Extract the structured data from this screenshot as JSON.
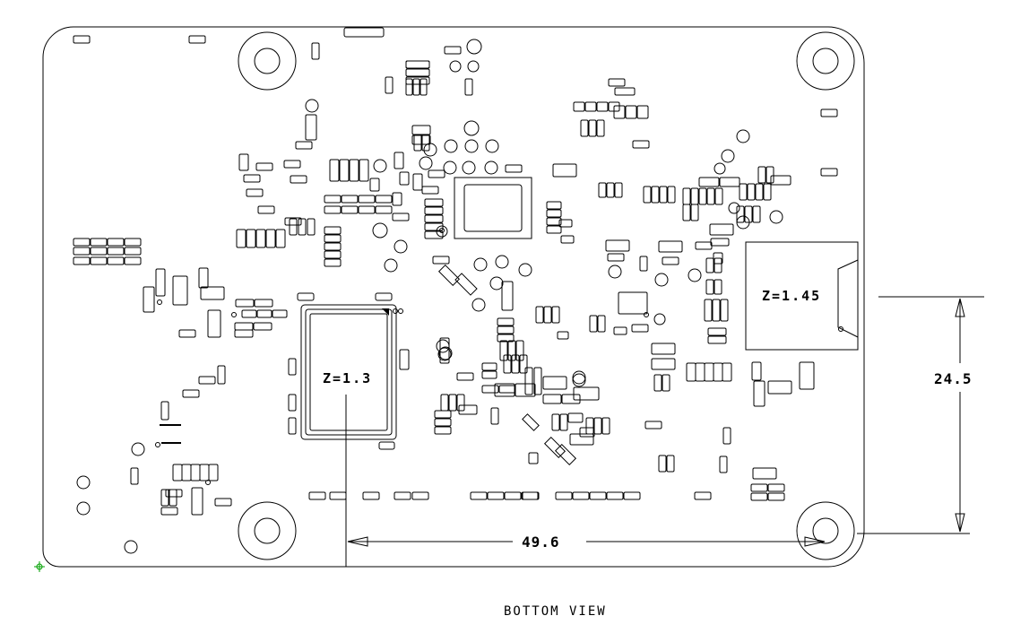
{
  "diagram": {
    "view_caption": "BOTTOM VIEW",
    "height_zones": [
      {
        "id": "module",
        "label": "Z=1.3"
      },
      {
        "id": "connector",
        "label": "Z=1.45"
      }
    ],
    "dimensions": {
      "horizontal": "49.6",
      "vertical": "24.5"
    },
    "colors": {
      "ink": "#000000",
      "origin_marker": "#00a000"
    }
  }
}
